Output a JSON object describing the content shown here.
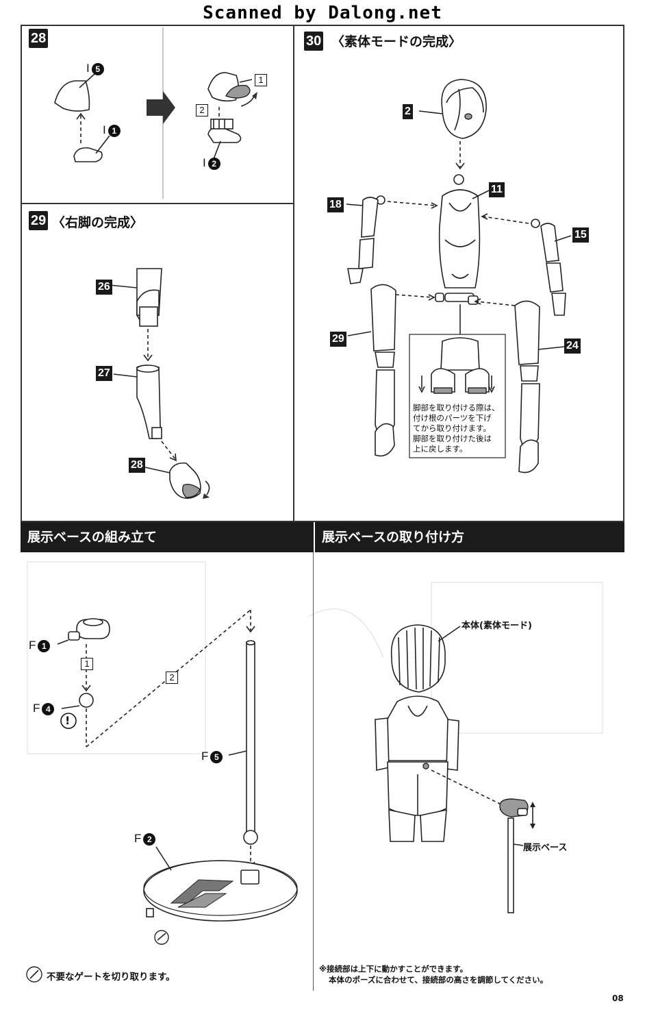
{
  "watermark": "Scanned by Dalong.net",
  "page_number": "08",
  "step28": {
    "number": "28",
    "part_i5": "I",
    "part_i5_num": "5",
    "part_i1": "I",
    "part_i1_num": "1",
    "part_i2": "I",
    "part_i2_num": "2",
    "order1": "1",
    "order2": "2"
  },
  "step29": {
    "number": "29",
    "title": "〈右脚の完成〉",
    "parts": [
      "26",
      "27",
      "28"
    ]
  },
  "step30": {
    "number": "30",
    "title": "〈素体モードの完成〉",
    "parts": {
      "head": "2",
      "torso": "11",
      "right_arm": "18",
      "left_arm": "15",
      "right_leg": "29",
      "left_leg": "24"
    },
    "note": [
      "脚部を取り付ける際は、",
      "付け根のパーツを下げ",
      "てから取り付けます。",
      "脚部を取り付けた後は",
      "上に戻します。"
    ]
  },
  "base_assembly": {
    "title": "展示ベースの組み立て",
    "part_f1": "F",
    "part_f1_num": "1",
    "part_f4": "F",
    "part_f4_num": "4",
    "part_f5": "F",
    "part_f5_num": "5",
    "part_f2": "F",
    "part_f2_num": "2",
    "order1": "1",
    "order2": "2",
    "warning": "!",
    "gate_note": "不要なゲートを切り取ります。"
  },
  "base_attach": {
    "title": "展示ベースの取り付け方",
    "body_label": "本体(素体モード)",
    "base_label": "展示ベース",
    "note_line1": "※接続部は上下に動かすことができます。",
    "note_line2": "本体のポーズに合わせて、接続部の高さを調節してください。"
  }
}
